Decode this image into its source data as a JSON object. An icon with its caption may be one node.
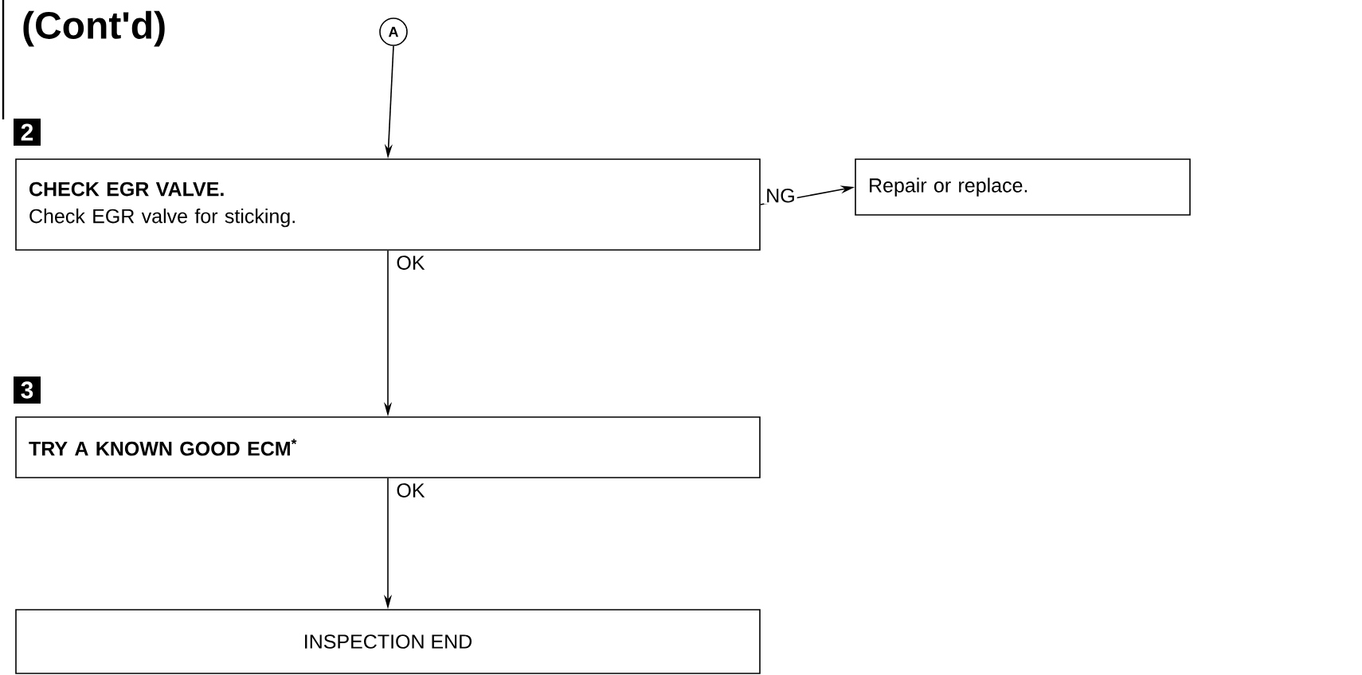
{
  "diagram": {
    "title": "(Cont'd)",
    "nodes": [
      {
        "text": [
          "A"
        ]
      },
      {
        "text": [
          "CHECK EGR VALVE.",
          "Check EGR valve for sticking."
        ],
        "beside": [
          "2"
        ]
      },
      {
        "text": [
          "Repair or replace."
        ]
      },
      {
        "text": [
          "TRY A KNOWN GOOD ECM$^{*}$"
        ],
        "beside": [
          "3"
        ]
      },
      {
        "text": [
          "INSPECTION END"
        ]
      }
    ],
    "edges": [
      {
        "from": 0,
        "to": 1,
        "arrow": "to"
      },
      {
        "from": 1,
        "to": 2,
        "arrow": "to",
        "label": "NG"
      },
      {
        "from": 1,
        "to": 3,
        "arrow": "to",
        "label": "OK"
      },
      {
        "from": 3,
        "to": 4,
        "arrow": "to",
        "label": "OK"
      }
    ]
  }
}
